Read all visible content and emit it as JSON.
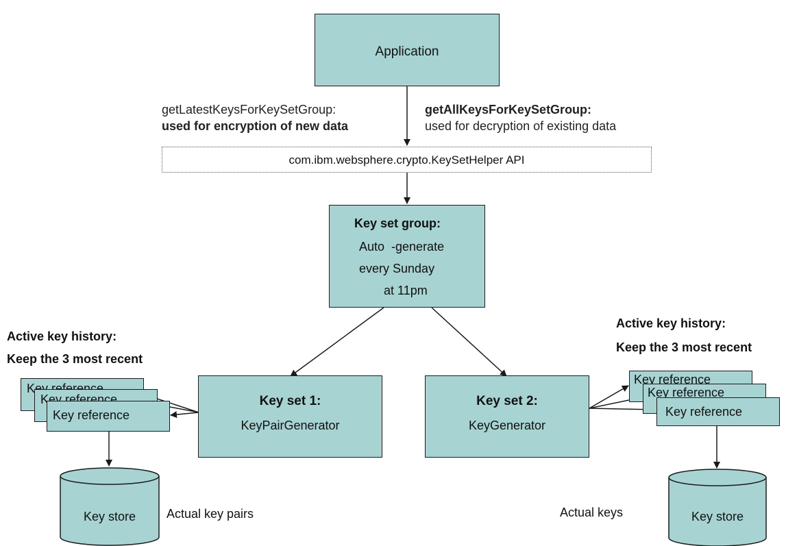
{
  "application": {
    "label": "Application"
  },
  "api_calls": {
    "latest": {
      "method": "getLatestKeysForKeySetGroup:",
      "purpose": "used for encryption of new data"
    },
    "all": {
      "method": "getAllKeysForKeySetGroup:",
      "purpose": "used for decryption of existing data"
    }
  },
  "api": {
    "label": "com.ibm.websphere.crypto.KeySetHelper API"
  },
  "group": {
    "title": "Key set group:",
    "line1": "Auto  -generate",
    "line2": "every Sunday",
    "line3": "at 11pm"
  },
  "history_left": {
    "line1": "Active key history:",
    "line2": "Keep the 3 most recent"
  },
  "history_right": {
    "line1": "Active key history:",
    "line2": "Keep the 3 most recent"
  },
  "keyset1": {
    "title": "Key set 1:",
    "generator": "KeyPairGenerator"
  },
  "keyset2": {
    "title": "Key set 2:",
    "generator": "KeyGenerator"
  },
  "key_reference_label": "Key reference",
  "store_left": {
    "label": "Key store",
    "caption": "Actual key pairs"
  },
  "store_right": {
    "label": "Key store",
    "caption": "Actual keys"
  },
  "colors": {
    "box_fill": "#a8d3d3",
    "stroke": "#1a1a1a"
  }
}
